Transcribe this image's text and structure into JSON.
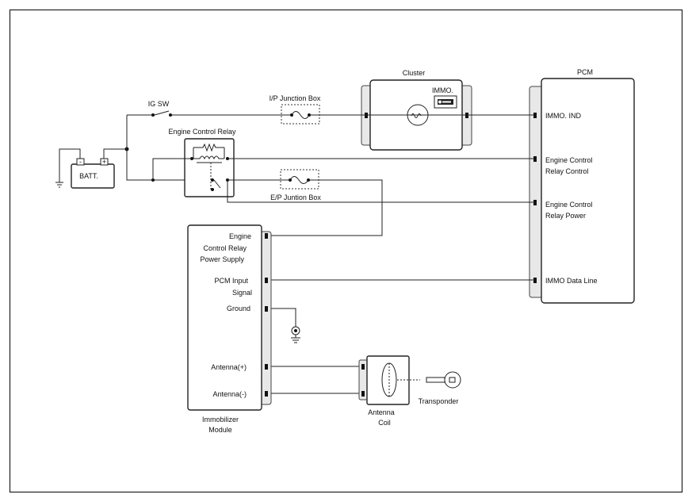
{
  "labels": {
    "cluster": "Cluster",
    "pcm": "PCM",
    "immo_indicator": "IMMO.",
    "ig_sw": "IG SW",
    "ip_junction": "I/P Junction Box",
    "ep_junction": "E/P Juntion Box",
    "engine_relay": "Engine Control Relay",
    "batt": "BATT.",
    "batt_minus": "-",
    "batt_plus": "+",
    "pcm_pins": {
      "immo_ind": "IMMO. IND",
      "ecr_control_1": "Engine Control",
      "ecr_control_2": "Relay Control",
      "ecr_power_1": "Engine Control",
      "ecr_power_2": "Relay Power",
      "immo_data": "IMMO Data Line"
    },
    "immo_pins": {
      "engine_1": "Engine",
      "engine_2": "Control Relay",
      "engine_3": "Power Supply",
      "pcm_input_1": "PCM Input",
      "pcm_input_2": "Signal",
      "ground": "Ground",
      "antenna_plus": "Antenna(+)",
      "antenna_minus": "Antenna(-)"
    },
    "immo_module_1": "Immobilizer",
    "immo_module_2": "Module",
    "antenna_coil_1": "Antenna",
    "antenna_coil_2": "Coil",
    "transponder": "Transponder"
  }
}
